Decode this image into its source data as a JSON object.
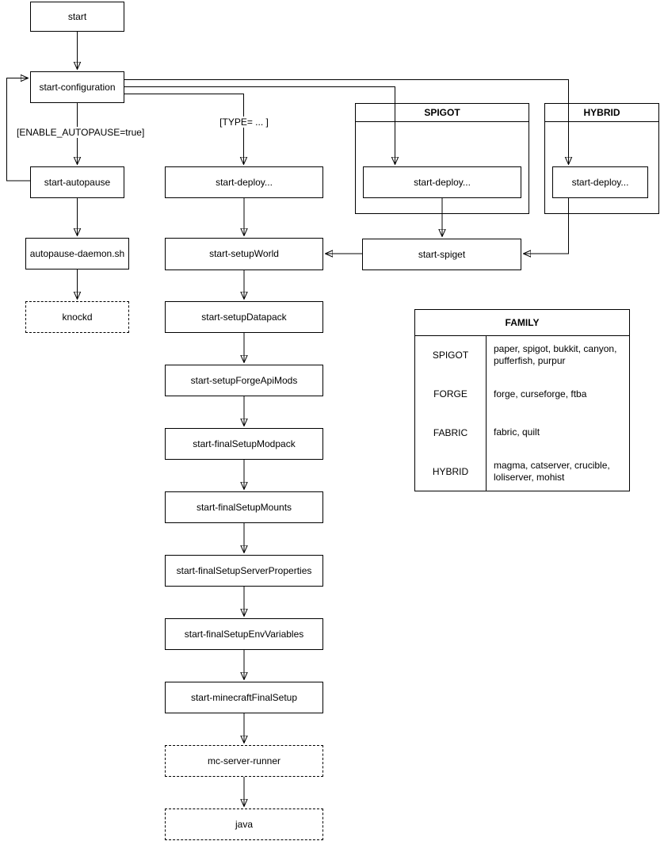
{
  "diagram": {
    "nodes": {
      "start": "start",
      "start_configuration": "start-configuration",
      "start_autopause": "start-autopause",
      "autopause_daemon_sh": "autopause-daemon.sh",
      "knockd": "knockd",
      "start_deploy": "start-deploy...",
      "spigot_start_deploy": "start-deploy...",
      "hybrid_start_deploy": "start-deploy...",
      "start_spiget": "start-spiget",
      "start_setup_world": "start-setupWorld",
      "start_setup_datapack": "start-setupDatapack",
      "start_setup_forge_api_mods": "start-setupForgeApiMods",
      "start_final_setup_modpack": "start-finalSetupModpack",
      "start_final_setup_mounts": "start-finalSetupMounts",
      "start_final_setup_server_properties": "start-finalSetupServerProperties",
      "start_final_setup_env_variables": "start-finalSetupEnvVariables",
      "start_minecraft_final_setup": "start-minecraftFinalSetup",
      "mc_server_runner": "mc-server-runner",
      "java": "java"
    },
    "groups": {
      "spigot": "SPIGOT",
      "hybrid": "HYBRID"
    },
    "edge_labels": {
      "enable_autopause": "[ENABLE_AUTOPAUSE=true]",
      "type": "[TYPE= ... ]"
    },
    "family_table": {
      "title": "FAMILY",
      "rows": [
        {
          "family": "SPIGOT",
          "members": "paper, spigot, bukkit, canyon, pufferfish, purpur"
        },
        {
          "family": "FORGE",
          "members": "forge, curseforge, ftba"
        },
        {
          "family": "FABRIC",
          "members": "fabric, quilt"
        },
        {
          "family": "HYBRID",
          "members": "magma, catserver, crucible, loliserver, mohist"
        }
      ]
    },
    "colors": {
      "line": "#000000",
      "background": "#ffffff",
      "node_fill": "#ffffff"
    }
  }
}
